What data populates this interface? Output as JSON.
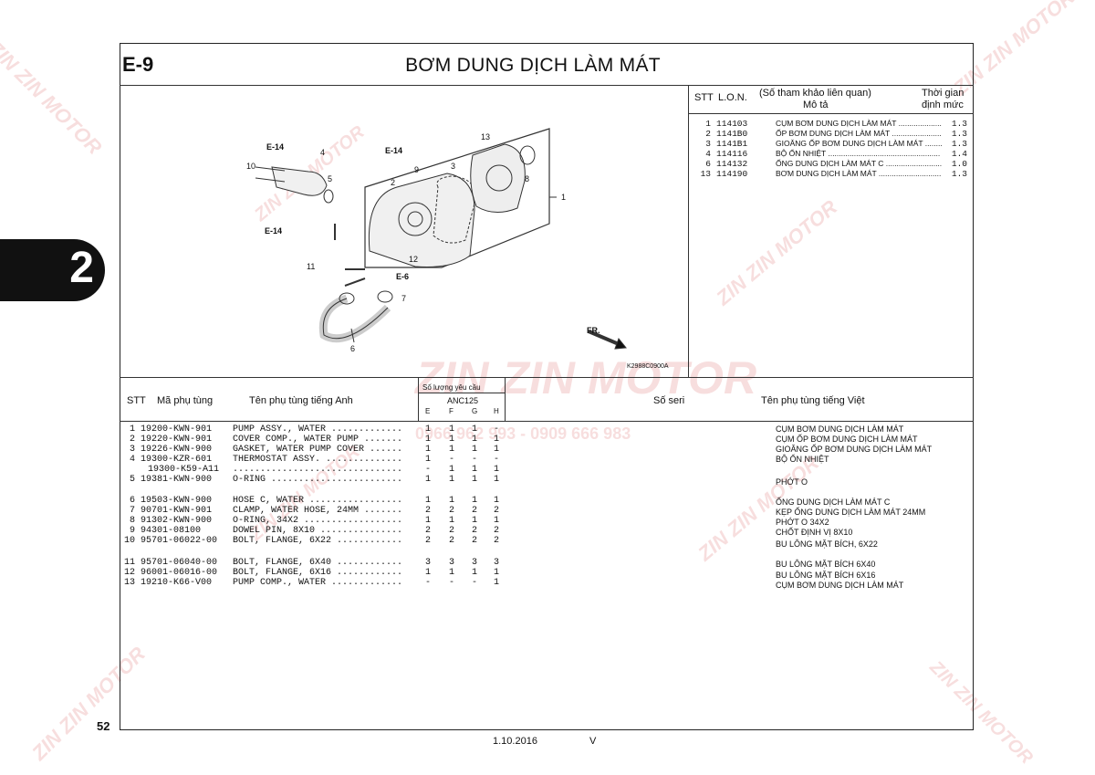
{
  "header": {
    "code": "E-9",
    "title": "BƠM DUNG DỊCH LÀM MÁT"
  },
  "chapter_tab": "2",
  "page_number": "52",
  "footer": {
    "date": "1.10.2016",
    "version": "V"
  },
  "diagram": {
    "callouts": [
      "1",
      "2",
      "3",
      "4",
      "5",
      "6",
      "7",
      "8",
      "9",
      "10",
      "11",
      "12",
      "13"
    ],
    "refs": [
      "E-14",
      "E-14",
      "E-14",
      "E-6"
    ],
    "fr_label": "FR.",
    "figure_code": "K2988C0900A"
  },
  "ref_table": {
    "headers": {
      "stt": "STT",
      "lon": "L.O.N.",
      "desc_top": "(Số tham khảo liên quan)",
      "desc": "Mô tả",
      "time_top": "Thời gian",
      "time": "định mức"
    },
    "rows": [
      {
        "no": "1",
        "lon": "114103",
        "desc": "CỤM BƠM DUNG DỊCH LÀM MÁT",
        "time": "1.3"
      },
      {
        "no": "2",
        "lon": "1141B0",
        "desc": "ỐP BƠM DUNG DỊCH LÀM MÁT",
        "time": "1.3"
      },
      {
        "no": "3",
        "lon": "1141B1",
        "desc": "GIOĂNG ỐP BƠM DUNG DỊCH LÀM MÁT",
        "time": "1.3"
      },
      {
        "no": "4",
        "lon": "114116",
        "desc": "BỘ ỔN NHIỆT",
        "time": "1.4"
      },
      {
        "no": "6",
        "lon": "114132",
        "desc": "ỐNG DUNG DỊCH LÀM MÁT C",
        "time": "1.0"
      },
      {
        "no": "13",
        "lon": "114190",
        "desc": "BƠM DUNG DỊCH LÀM MÁT",
        "time": "1.3"
      }
    ]
  },
  "parts_table": {
    "headers": {
      "stt": "STT",
      "part_no": "Mã phụ tùng",
      "name_en": "Tên phụ tùng tiếng Anh",
      "qty_title": "Số lượng yêu cầu",
      "model": "ANC125",
      "cols": [
        "E",
        "F",
        "G",
        "H"
      ],
      "serial": "Số seri",
      "name_vi": "Tên phụ tùng tiếng Việt"
    },
    "rows": [
      {
        "no": "1",
        "part": "19200-KWN-901",
        "en": "PUMP ASSY., WATER",
        "q": [
          "1",
          "1",
          "1",
          "-"
        ],
        "vi": "CỤM BƠM DUNG DỊCH LÀM MÁT"
      },
      {
        "no": "2",
        "part": "19220-KWN-901",
        "en": "COVER COMP., WATER PUMP",
        "q": [
          "1",
          "1",
          "1",
          "1"
        ],
        "vi": "CỤM ỐP BƠM DUNG DỊCH LÀM MÁT"
      },
      {
        "no": "3",
        "part": "19226-KWN-900",
        "en": "GASKET, WATER PUMP COVER",
        "q": [
          "1",
          "1",
          "1",
          "1"
        ],
        "vi": "GIOĂNG ỐP BƠM DUNG DỊCH LÀM MÁT"
      },
      {
        "no": "4",
        "part": "19300-KZR-601",
        "en": "THERMOSTAT ASSY.",
        "q": [
          "1",
          "-",
          "-",
          "-"
        ],
        "vi": "BỘ ỔN NHIỆT"
      },
      {
        "no": "",
        "part": "19300-K59-A11",
        "en": "",
        "q": [
          "-",
          "1",
          "1",
          "1"
        ],
        "vi": ""
      },
      {
        "no": "5",
        "part": "19381-KWN-900",
        "en": "O-RING",
        "q": [
          "1",
          "1",
          "1",
          "1"
        ],
        "vi": "PHỚT O"
      },
      {
        "no": "6",
        "part": "19503-KWN-900",
        "en": "HOSE C, WATER",
        "q": [
          "1",
          "1",
          "1",
          "1"
        ],
        "vi": "ỐNG DUNG DỊCH LÀM MÁT C"
      },
      {
        "no": "7",
        "part": "90701-KWN-901",
        "en": "CLAMP, WATER HOSE, 24MM",
        "q": [
          "2",
          "2",
          "2",
          "2"
        ],
        "vi": "KẸP ỐNG DUNG DỊCH LÀM MÁT 24MM"
      },
      {
        "no": "8",
        "part": "91302-KWN-900",
        "en": "O-RING, 34X2",
        "q": [
          "1",
          "1",
          "1",
          "1"
        ],
        "vi": "PHỚT O 34X2"
      },
      {
        "no": "9",
        "part": "94301-08100",
        "en": "DOWEL PIN, 8X10",
        "q": [
          "2",
          "2",
          "2",
          "2"
        ],
        "vi": "CHỐT ĐỊNH VỊ 8X10"
      },
      {
        "no": "10",
        "part": "95701-06022-00",
        "en": "BOLT, FLANGE, 6X22",
        "q": [
          "2",
          "2",
          "2",
          "2"
        ],
        "vi": "BU LÔNG MẶT BÍCH, 6X22"
      },
      {
        "no": "11",
        "part": "95701-06040-00",
        "en": "BOLT, FLANGE, 6X40",
        "q": [
          "3",
          "3",
          "3",
          "3"
        ],
        "vi": "BU LÔNG MẶT BÍCH 6X40"
      },
      {
        "no": "12",
        "part": "96001-06016-00",
        "en": "BOLT, FLANGE, 6X16",
        "q": [
          "1",
          "1",
          "1",
          "1"
        ],
        "vi": "BU LÔNG MẶT BÍCH 6X16"
      },
      {
        "no": "13",
        "part": "19210-K66-V00",
        "en": "PUMP COMP., WATER",
        "q": [
          "-",
          "-",
          "-",
          "1"
        ],
        "vi": "CỤM BƠM DUNG DỊCH LÀM MÁT"
      }
    ]
  },
  "watermark": {
    "brand": "ZIN ZIN MOTOR",
    "phone": "0966 962 993 - 0909 666 983",
    "color": "#e58b8b"
  }
}
